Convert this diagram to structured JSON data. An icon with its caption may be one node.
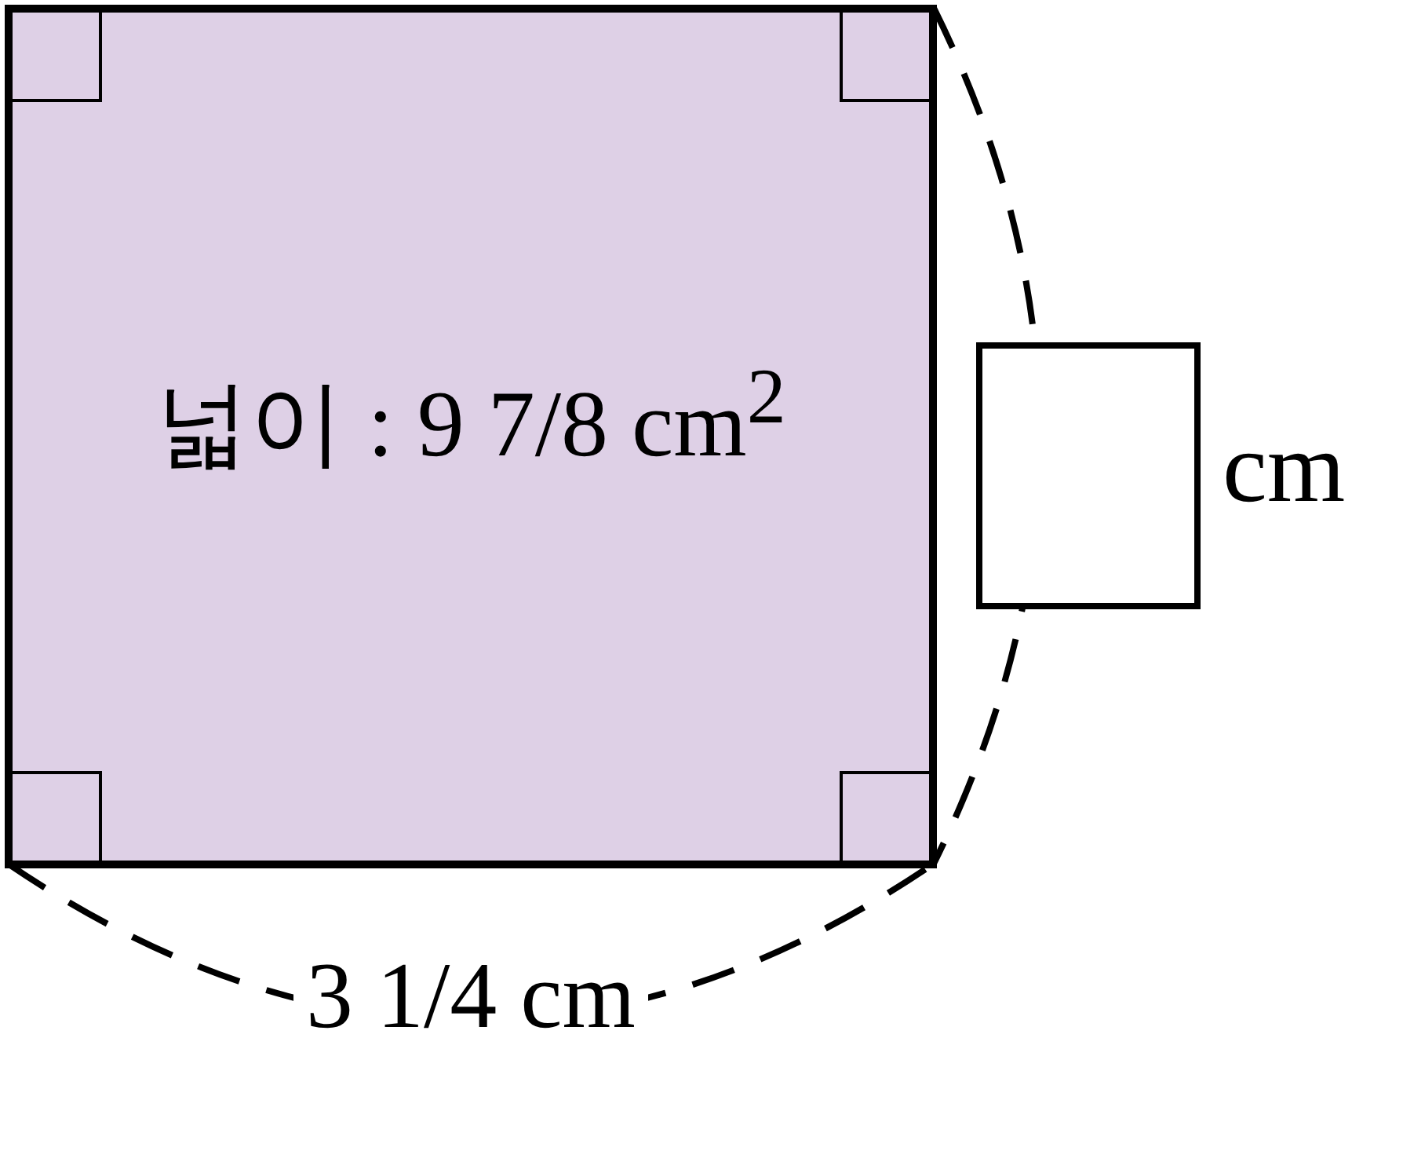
{
  "diagram": {
    "nodes": [
      {
        "text": [
          "넓이 : 9 7/8 cm$^{2}$"
        ]
      },
      {
        "text": [],
        "shape": "box",
        "beside": [
          "cm"
        ]
      }
    ],
    "labels": [
      "3 1/4 cm"
    ]
  }
}
